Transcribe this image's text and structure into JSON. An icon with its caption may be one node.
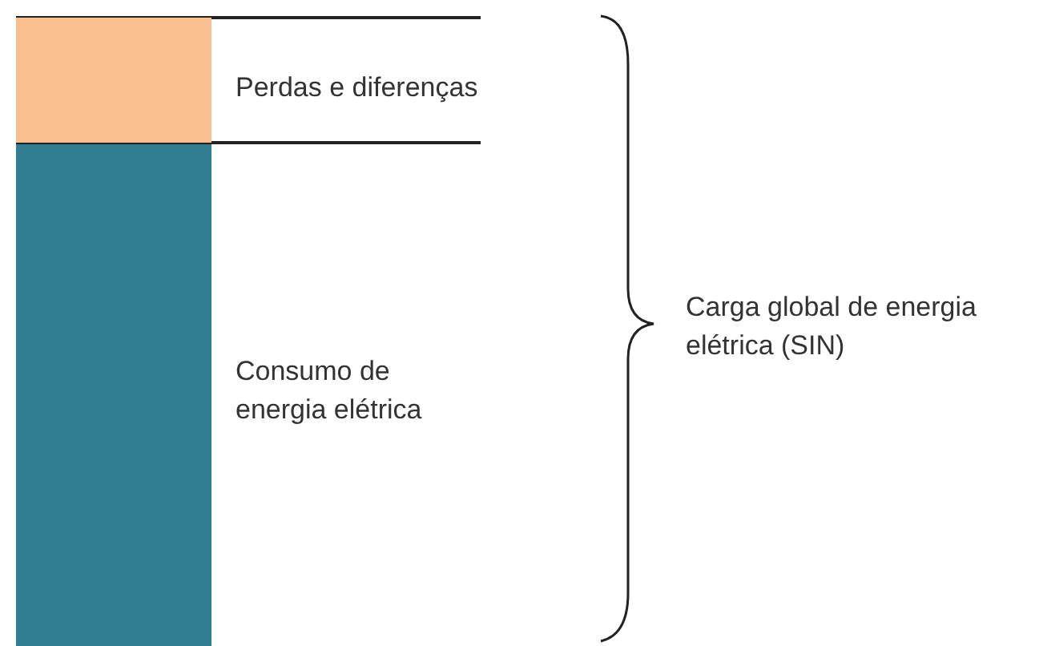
{
  "diagram": {
    "nodes": [
      {
        "text": [],
        "shape": "bar",
        "beside": [
          "Perdas e diferenças"
        ]
      },
      {
        "text": [],
        "shape": "bar",
        "beside": [
          "Consumo de energia elétrica"
        ]
      }
    ],
    "labels": [
      "Carga global de energia elétrica (SIN)"
    ]
  }
}
